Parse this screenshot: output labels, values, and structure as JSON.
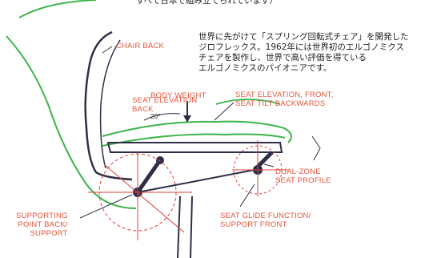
{
  "top_caption": "すべて日本で組み立てられています）",
  "description": [
    "世界に先がけて「スプリング回転式チェア」を開発した",
    "ジロフレックス。1962年には世界初のエルゴノミクス",
    "チェアを製作し、世界で高い評価を得ている",
    "エルゴノミクスのパイオニアです。"
  ],
  "labels": {
    "chair_back": "CHAIR BACK",
    "body_weight": "BODY WEIGHT",
    "seat_elevation_back": [
      "SEAT ELEVATION",
      "BACK"
    ],
    "seat_elevation_front": [
      "SEAT  ELEVATION, FRONT,",
      "SEAT TILT BACKWARDS"
    ],
    "dual_zone": [
      "DUAL-ZONE",
      "SEAT PROFILE"
    ],
    "supporting_point": [
      "SUPPORTING",
      "POINT BACK/",
      "SUPPORT"
    ],
    "seat_glide": [
      "SEAT GLIDE FUNCTION/",
      "SUPPORT FRONT"
    ],
    "dimension": "20°"
  },
  "colors": {
    "label_red": "#e8553c",
    "text_dark": "#1f1f1f",
    "seat_green": "#3cb54a",
    "frame_ink": "#2e2e48",
    "guide_red": "#e0403a"
  }
}
